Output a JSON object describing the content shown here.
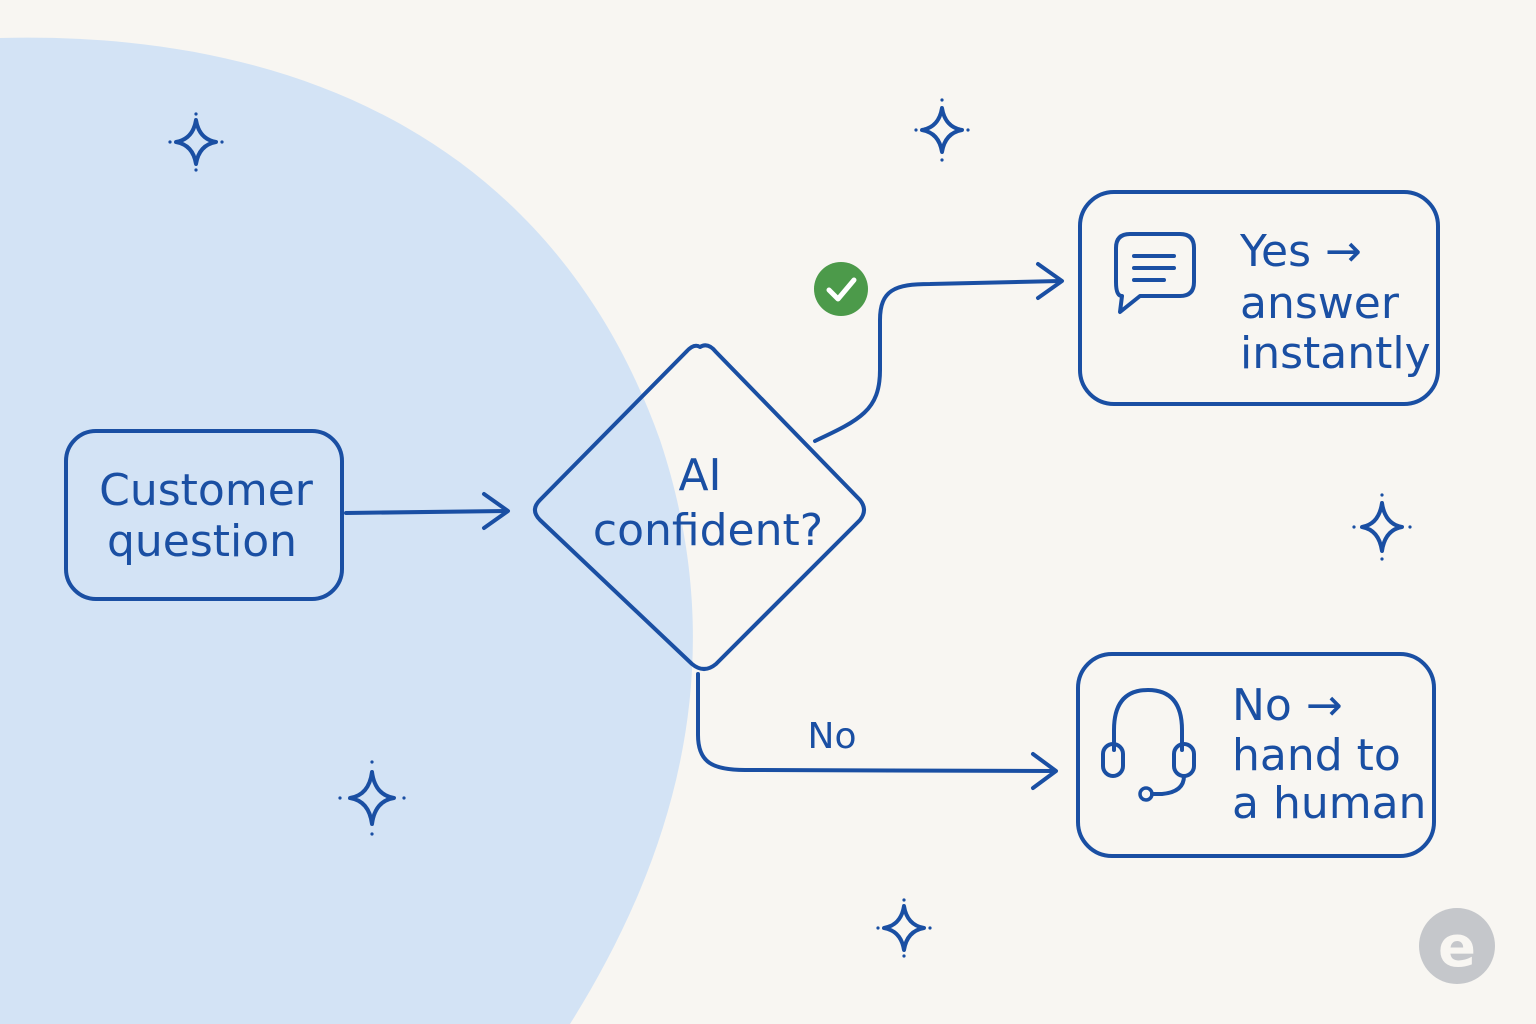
{
  "nodes": {
    "start": {
      "line1": "Customer",
      "line2": "question"
    },
    "decision": {
      "line1": "AI",
      "line2": "confident?"
    },
    "yes_outcome": {
      "line1": "Yes →",
      "line2": "answer",
      "line3": "instantly",
      "icon": "chat-bubble-icon"
    },
    "no_outcome": {
      "line1": "No →",
      "line2": "hand to",
      "line3": "a human",
      "icon": "headset-icon"
    }
  },
  "edges": {
    "no_label": "No",
    "yes_marker_icon": "checkmark-circle-icon"
  },
  "decorations": {
    "sparkle_icon": "sparkle-icon",
    "logo": "e"
  },
  "colors": {
    "ink": "#1a4fa3",
    "background": "#f8f6f2",
    "blob": "#d3e3f5",
    "check_green": "#4c9a4a",
    "logo_grey": "#c5c7cb"
  }
}
